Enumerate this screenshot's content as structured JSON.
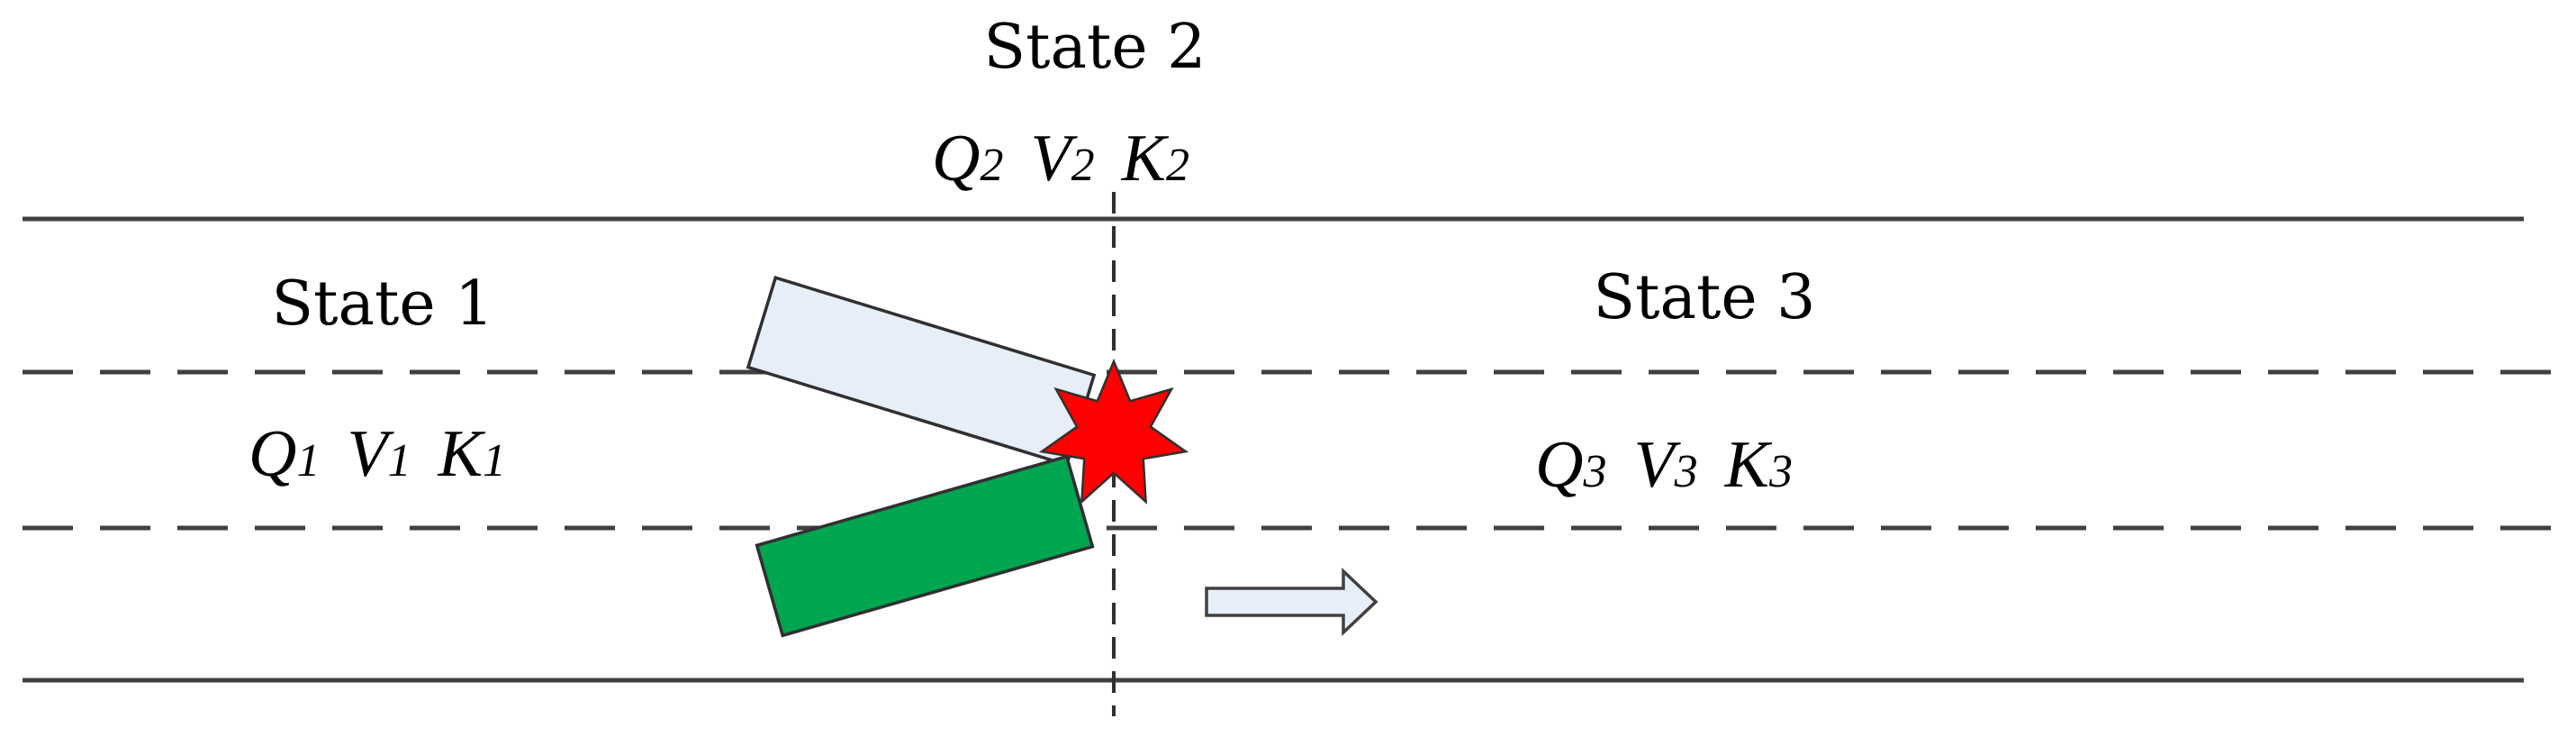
{
  "diagram": {
    "states": [
      {
        "title": "State 1",
        "variables": [
          {
            "letter": "Q",
            "sub": "1"
          },
          {
            "letter": "V",
            "sub": "1"
          },
          {
            "letter": "K",
            "sub": "1"
          }
        ]
      },
      {
        "title": "State 2",
        "variables": [
          {
            "letter": "Q",
            "sub": "2"
          },
          {
            "letter": "V",
            "sub": "2"
          },
          {
            "letter": "K",
            "sub": "2"
          }
        ]
      },
      {
        "title": "State 3",
        "variables": [
          {
            "letter": "Q",
            "sub": "3"
          },
          {
            "letter": "V",
            "sub": "3"
          },
          {
            "letter": "K",
            "sub": "3"
          }
        ]
      }
    ],
    "colors": {
      "road_line": "#404040",
      "vehicle_light_fill": "#e8eef8",
      "vehicle_green_fill": "#00a550",
      "collision": "#ff0000",
      "arrow_fill": "#e8eef8"
    },
    "icons": {
      "collision": "collision-star-icon",
      "direction": "direction-arrow-icon"
    }
  }
}
